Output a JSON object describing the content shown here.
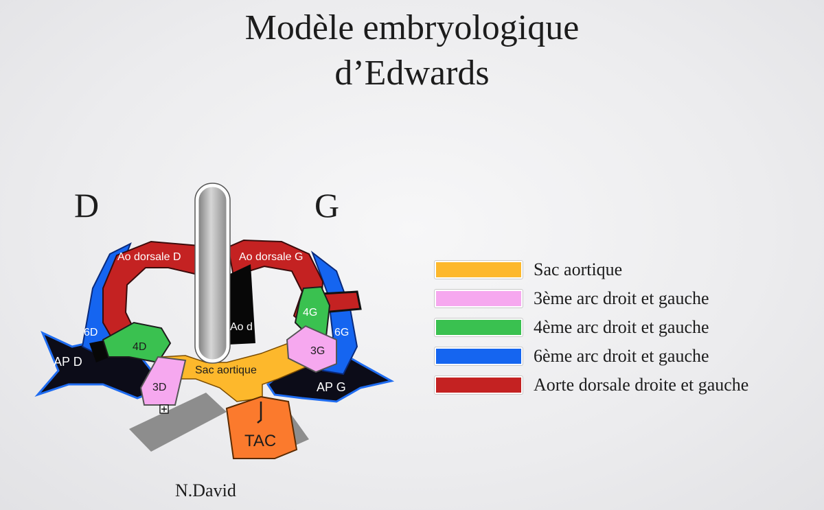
{
  "title": {
    "line1": "Modèle embryologique",
    "line2": "d’Edwards"
  },
  "sides": {
    "right": "D",
    "left": "G"
  },
  "diagram_labels": {
    "ao_dorsale_d": "Ao dorsale D",
    "ao_dorsale_g": "Ao dorsale G",
    "arc_4g": "4G",
    "ao_d": "Ao d",
    "arc_6d": "6D",
    "arc_6g": "6G",
    "arc_4d": "4D",
    "arc_3g": "3G",
    "ap_d": "AP D",
    "ap_g": "AP G",
    "sac_aortique": "Sac aortique",
    "arc_3d": "3D",
    "tac": "TAC"
  },
  "legend": [
    {
      "label": "Sac aortique",
      "color": "#fdb82c"
    },
    {
      "label": "3ème arc droit et gauche",
      "color": "#f6a8ef"
    },
    {
      "label": "4ème arc droit et gauche",
      "color": "#3ac150"
    },
    {
      "label": "6ème arc droit et gauche",
      "color": "#1565f0"
    },
    {
      "label": "Aorte dorsale droite et gauche",
      "color": "#c42222"
    }
  ],
  "credit": "N.David"
}
